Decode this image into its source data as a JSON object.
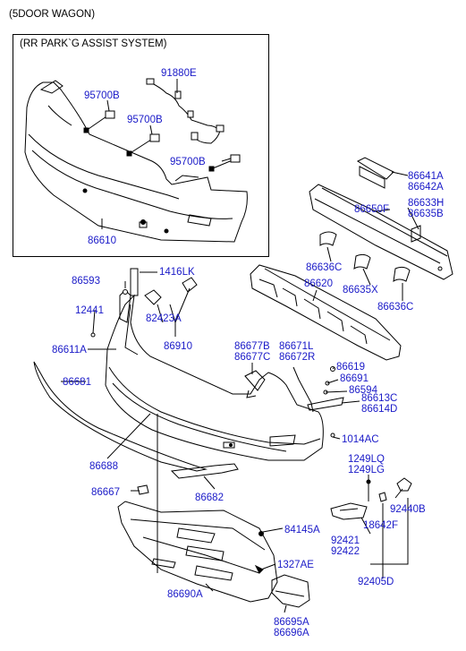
{
  "header": "(5DOOR WAGON)",
  "inset_title": "(RR PARK`G ASSIST SYSTEM)",
  "colors": {
    "label": "#1a1ac8",
    "line": "#000000"
  },
  "labels": {
    "p91880E": "91880E",
    "p95700B_1": "95700B",
    "p95700B_2": "95700B",
    "p95700B_3": "95700B",
    "p86610": "86610",
    "p86641A": "86641A",
    "p86642A": "86642A",
    "p86650F": "86650F",
    "p86633H": "86633H",
    "p86635B": "86635B",
    "p86636C_1": "86636C",
    "p86620": "86620",
    "p86635X": "86635X",
    "p86636C_2": "86636C",
    "p86593": "86593",
    "p1416LK": "1416LK",
    "p12441": "12441",
    "p82423A": "82423A",
    "p86910": "86910",
    "p86611A": "86611A",
    "p86677B": "86677B",
    "p86677C": "86677C",
    "p86671L": "86671L",
    "p86672R": "86672R",
    "p86619": "86619",
    "p86691": "86691",
    "p86594": "86594",
    "p86613C": "86613C",
    "p86614D": "86614D",
    "p86681": "86681",
    "p1014AC": "1014AC",
    "p86688": "86688",
    "p1249LQ": "1249LQ",
    "p1249LG": "1249LG",
    "p86667": "86667",
    "p86682": "86682",
    "p92440B": "92440B",
    "p18642F": "18642F",
    "p84145A": "84145A",
    "p92421": "92421",
    "p92422": "92422",
    "p1327AE": "1327AE",
    "p92405D": "92405D",
    "p86690A": "86690A",
    "p86695A": "86695A",
    "p86696A": "86696A"
  }
}
